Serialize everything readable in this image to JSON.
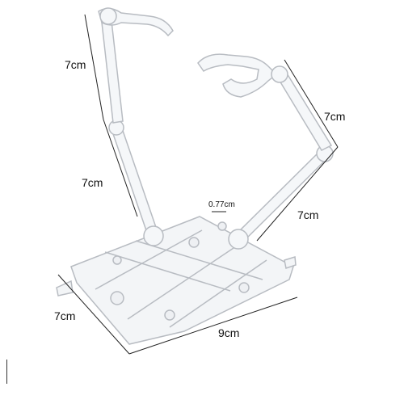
{
  "labels": {
    "upper_left_arm": "7cm",
    "upper_right_arm": "7cm",
    "lower_left_arm": "7cm",
    "lower_right_arm": "7cm",
    "base_side": "7cm",
    "base_length": "9cm",
    "joint_diameter": "0.77cm"
  },
  "colors": {
    "plastic_outline": "#b8bcc2",
    "plastic_fill": "#f3f5f7",
    "dimension_line": "#222222",
    "text": "#111111"
  }
}
